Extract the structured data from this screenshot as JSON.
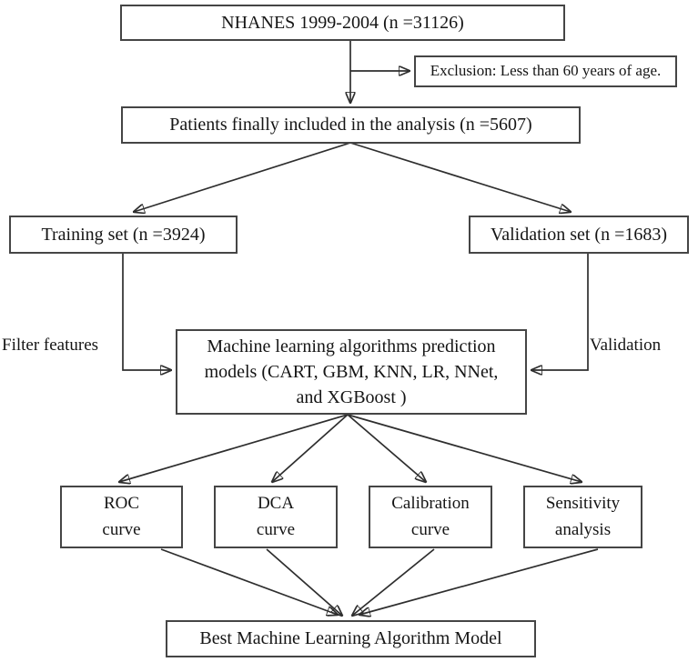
{
  "canvas": {
    "background": "#ffffff",
    "line_color": "#2e2e2e",
    "border_color": "#454545",
    "text_color": "#151515"
  },
  "nodes": {
    "nhanes": {
      "label": "NHANES 1999-2004 (n =31126)"
    },
    "exclusion": {
      "label": "Exclusion: Less than 60 years of age."
    },
    "included": {
      "label": "Patients finally included in the analysis (n =5607)"
    },
    "training": {
      "label": "Training set (n =3924)"
    },
    "validation": {
      "label": "Validation set (n =1683)"
    },
    "ml_models": {
      "lines": [
        "Machine learning algorithms prediction",
        "models (CART, GBM, KNN, LR, NNet,",
        "and XGBoost )"
      ]
    },
    "roc": {
      "lines": [
        "ROC",
        "curve"
      ]
    },
    "dca": {
      "lines": [
        "DCA",
        "curve"
      ]
    },
    "calibration": {
      "lines": [
        "Calibration",
        "curve"
      ]
    },
    "sensitivity": {
      "lines": [
        "Sensitivity",
        "analysis"
      ]
    },
    "best_model": {
      "label": "Best Machine Learning Algorithm Model"
    }
  },
  "edge_labels": {
    "filter_features": "Filter features",
    "validation": "Validation"
  }
}
